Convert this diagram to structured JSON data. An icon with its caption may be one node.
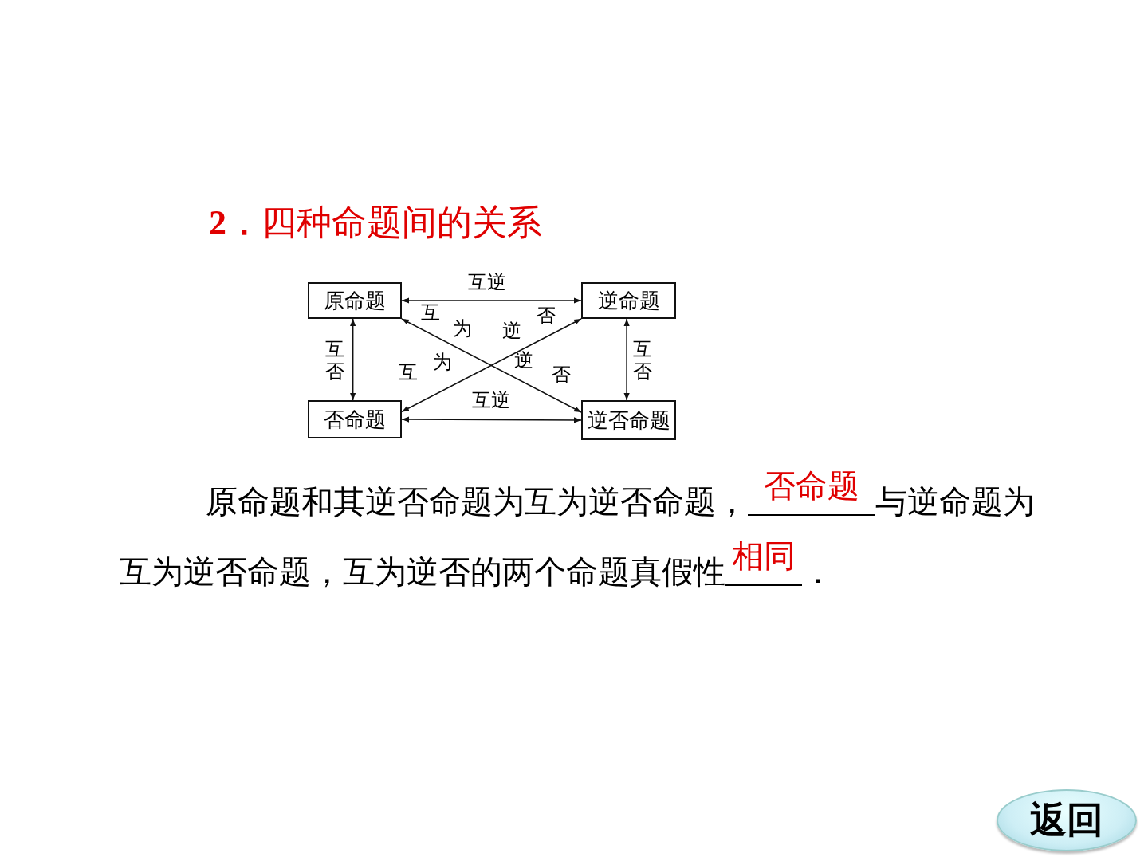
{
  "diagram": {
    "title": "**2．**四种命题间的关系",
    "nodes": [
      {
        "text": [
          "原命题"
        ]
      },
      {
        "text": [
          "逆命题"
        ]
      },
      {
        "text": [
          "否命题"
        ]
      },
      {
        "text": [
          "逆否命题"
        ]
      }
    ],
    "edges": [
      {
        "from": 0,
        "to": 1,
        "arrow": "both",
        "label": "互逆"
      },
      {
        "from": 0,
        "to": 2,
        "arrow": "both",
        "label": "互否"
      },
      {
        "from": 1,
        "to": 3,
        "arrow": "both",
        "label": "互否"
      },
      {
        "from": 0,
        "to": 3,
        "arrow": "both",
        "label": "互为逆否"
      },
      {
        "from": 3,
        "to": 2,
        "arrow": "both",
        "label": "互逆"
      },
      {
        "from": 2,
        "to": 1,
        "arrow": "both",
        "label": "互为逆否"
      }
    ],
    "labels": [
      "原命题和其逆否命题为互为逆否命题，",
      "否命题",
      "与逆命题为互为逆否命题，互为逆否的两个命题真假性",
      "相同",
      "．",
      "返回"
    ]
  }
}
